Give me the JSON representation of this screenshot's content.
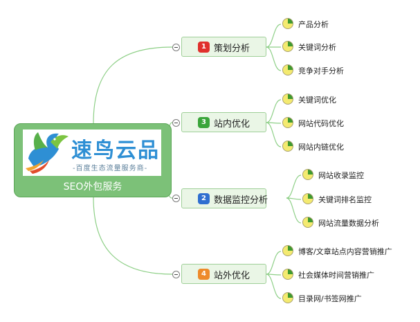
{
  "root": {
    "label": "SEO外包服务",
    "logo": {
      "title": "速鸟云品",
      "subtitle": "-百度生态流量服务商-"
    }
  },
  "branches": [
    {
      "number": "1",
      "label": "策划分析",
      "badge_color": "#e0302c",
      "items": [
        {
          "label": "产品分析",
          "progress": 0.25
        },
        {
          "label": "关键词分析",
          "progress": 0.25
        },
        {
          "label": "竞争对手分析",
          "progress": 0.25
        }
      ]
    },
    {
      "number": "3",
      "label": "站内优化",
      "badge_color": "#3aa53a",
      "items": [
        {
          "label": "关键词优化",
          "progress": 0.25
        },
        {
          "label": "网站代码优化",
          "progress": 0.25
        },
        {
          "label": "网站内链优化",
          "progress": 0.25
        }
      ]
    },
    {
      "number": "2",
      "label": "数据监控分析",
      "badge_color": "#2f6fd0",
      "items": [
        {
          "label": "网站收录监控",
          "progress": 0.25
        },
        {
          "label": "关键词排名监控",
          "progress": 0.25
        },
        {
          "label": "网站流量数据分析",
          "progress": 0.25
        }
      ]
    },
    {
      "number": "4",
      "label": "站外优化",
      "badge_color": "#ee8a2a",
      "items": [
        {
          "label": "博客/文章站点内容营销推广",
          "progress": 0.25
        },
        {
          "label": "社会媒体时间营销推广",
          "progress": 0.25
        },
        {
          "label": "目录网/书签网推广",
          "progress": 0.25
        }
      ]
    }
  ]
}
